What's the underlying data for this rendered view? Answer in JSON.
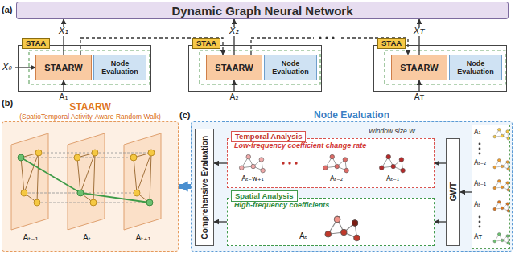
{
  "diagram": {
    "nodes": [
      {
        "text": [
          "Dynamic Graph Neural Network"
        ]
      },
      {
        "text": [
          "STAA"
        ]
      },
      {
        "text": [
          "STAARW"
        ],
        "in": 1
      },
      {
        "text": [
          "Node Evaluation"
        ],
        "in": 1
      },
      {
        "text": [
          "STAA"
        ]
      },
      {
        "text": [
          "STAARW"
        ],
        "in": 4
      },
      {
        "text": [
          "Node Evaluation"
        ],
        "in": 4
      },
      {
        "text": [
          "STAA"
        ]
      },
      {
        "text": [
          "STAARW"
        ],
        "in": 7
      },
      {
        "text": [
          "Node Evaluation"
        ],
        "in": 7
      },
      {
        "text": [
          "STAARW",
          "(SpatioTemporal Activity-Aware Random Walk)"
        ]
      },
      {
        "text": [
          "Node Evaluation"
        ]
      },
      {
        "text": [
          "Comprehensive Evaluation"
        ],
        "in": 11
      },
      {
        "text": [
          "Temporal Analysis",
          "Low-frequency coefficient change rate"
        ],
        "in": 11
      },
      {
        "text": [
          "Spatial Analysis",
          "High-frequency coefficients"
        ],
        "in": 11
      },
      {
        "text": [
          "GWT"
        ],
        "in": 11
      },
      {
        "text": [
          "A₁",
          "Aₜ₋₂",
          "Aₜ₋₁",
          "Aₜ",
          "Aᴛ"
        ],
        "in": 11
      }
    ],
    "edges": [
      {
        "from": 2,
        "to": 0,
        "label": "X₁",
        "arrow": "to"
      },
      {
        "from": 5,
        "to": 0,
        "label": "X₂",
        "arrow": "to"
      },
      {
        "from": 8,
        "to": 0,
        "label": "Xᴛ",
        "arrow": "to"
      },
      {
        "from": 2,
        "to": 5,
        "arrow": "to"
      },
      {
        "from": 5,
        "to": 8,
        "arrow": "to"
      },
      {
        "from": 16,
        "to": 15,
        "arrow": "to"
      },
      {
        "from": 15,
        "to": 13,
        "arrow": "to"
      },
      {
        "from": 15,
        "to": 14,
        "arrow": "to"
      },
      {
        "from": 13,
        "to": 12,
        "arrow": "to"
      },
      {
        "from": 14,
        "to": 12,
        "arrow": "to"
      },
      {
        "from": 11,
        "to": 10,
        "arrow": "to"
      }
    ],
    "labels": [
      "(a)",
      "X₀",
      "A₁",
      "A₂",
      "Aᴛ",
      "(b)",
      "Aₜ₋₁",
      "Aₜ",
      "Aₜ₊₁",
      "(c)",
      "Window size W",
      "Aₜ₋ᴡ₊₁",
      "Aₜ₋₂",
      "Aₜ₋₁",
      "Aₜ"
    ]
  }
}
